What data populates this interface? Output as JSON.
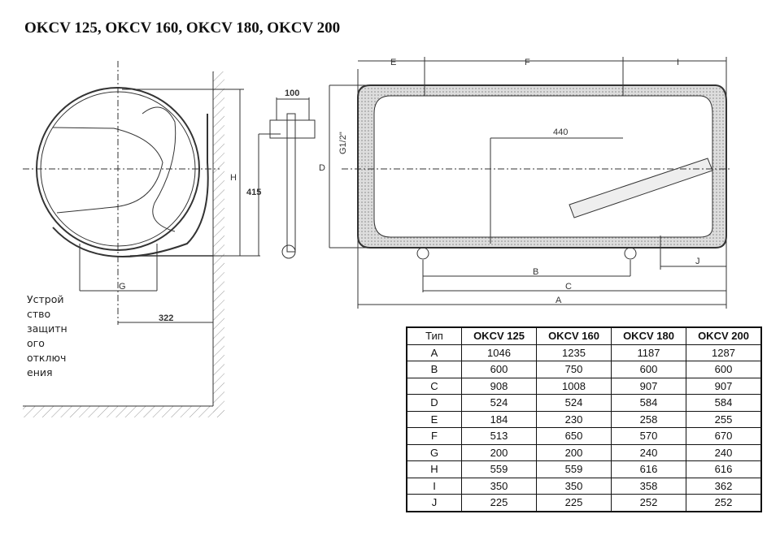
{
  "title": "OKCV 125, OKCV 160, OKCV 180, OKCV 200",
  "note_lines": [
    "Устрой",
    "ство",
    "защитн",
    "ого",
    "отключ",
    "ения"
  ],
  "drawing_labels": {
    "E": "E",
    "F": "F",
    "I": "I",
    "dim_100": "100",
    "dim_440": "440",
    "thread": "G1/2\"",
    "D": "D",
    "H": "H",
    "dim_415": "415",
    "G": "G",
    "dim_322": "322",
    "B": "B",
    "C": "C",
    "A": "A",
    "J": "J"
  },
  "table": {
    "headers": [
      "Тип",
      "OKCV 125",
      "OKCV 160",
      "OKCV 180",
      "OKCV 200"
    ],
    "rows": [
      [
        "A",
        "1046",
        "1235",
        "1187",
        "1287"
      ],
      [
        "B",
        "600",
        "750",
        "600",
        "600"
      ],
      [
        "C",
        "908",
        "1008",
        "907",
        "907"
      ],
      [
        "D",
        "524",
        "524",
        "584",
        "584"
      ],
      [
        "E",
        "184",
        "230",
        "258",
        "255"
      ],
      [
        "F",
        "513",
        "650",
        "570",
        "670"
      ],
      [
        "G",
        "200",
        "200",
        "240",
        "240"
      ],
      [
        "H",
        "559",
        "559",
        "616",
        "616"
      ],
      [
        "I",
        "350",
        "350",
        "358",
        "362"
      ],
      [
        "J",
        "225",
        "225",
        "252",
        "252"
      ]
    ]
  }
}
